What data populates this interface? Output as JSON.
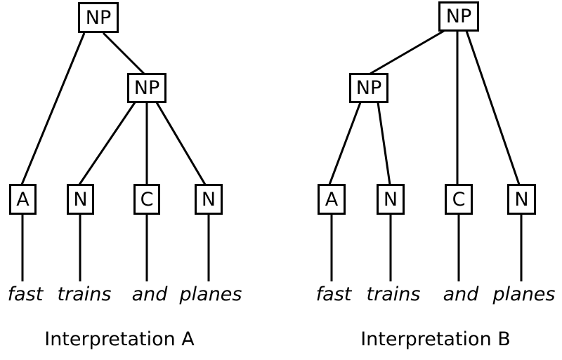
{
  "colors": {
    "ink": "#000000",
    "background": "#ffffff"
  },
  "sentence": "fast trains and planes",
  "trees": {
    "a": {
      "caption": "Interpretation A",
      "root": {
        "label": "NP"
      },
      "inner": {
        "label": "NP"
      },
      "leaves": [
        {
          "label": "A",
          "word": "fast"
        },
        {
          "label": "N",
          "word": "trains"
        },
        {
          "label": "C",
          "word": "and"
        },
        {
          "label": "N",
          "word": "planes"
        }
      ],
      "structure": {
        "root_children": [
          "A",
          "NP(inner)"
        ],
        "inner_children": [
          "N",
          "C",
          "N"
        ]
      }
    },
    "b": {
      "caption": "Interpretation B",
      "root": {
        "label": "NP"
      },
      "inner": {
        "label": "NP"
      },
      "leaves": [
        {
          "label": "A",
          "word": "fast"
        },
        {
          "label": "N",
          "word": "trains"
        },
        {
          "label": "C",
          "word": "and"
        },
        {
          "label": "N",
          "word": "planes"
        }
      ],
      "structure": {
        "root_children": [
          "NP(inner)",
          "C",
          "N"
        ],
        "inner_children": [
          "A",
          "N"
        ]
      }
    }
  }
}
